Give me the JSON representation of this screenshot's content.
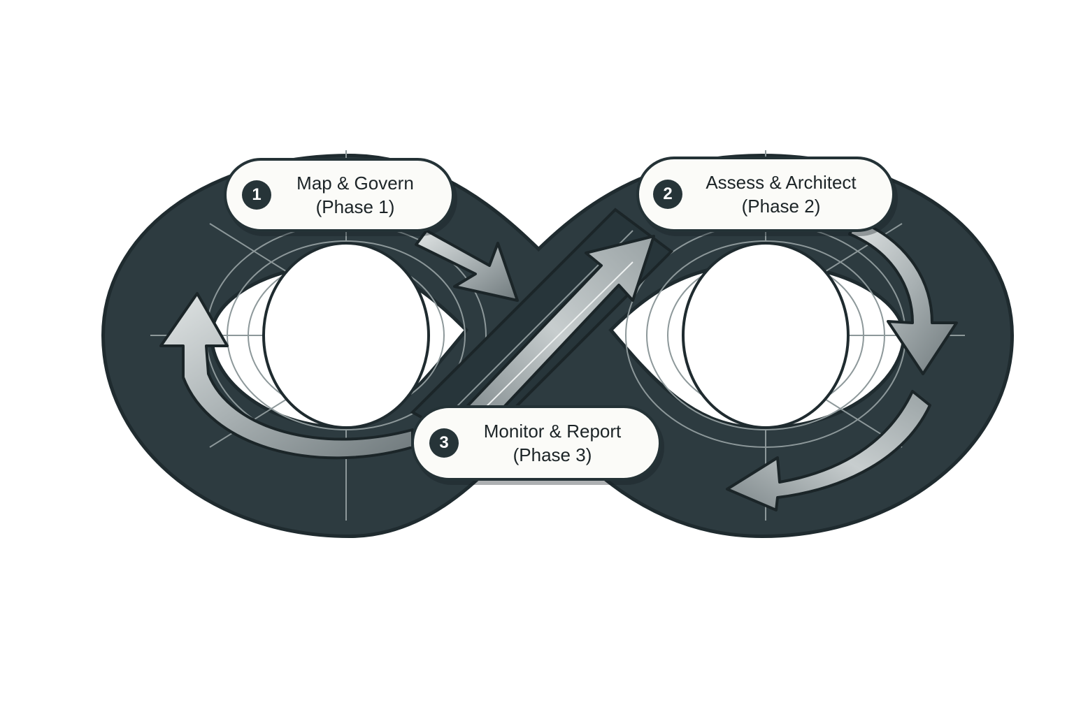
{
  "diagram": {
    "phases": [
      {
        "number": "1",
        "title": "Map & Govern",
        "subtitle": "(Phase 1)"
      },
      {
        "number": "2",
        "title": "Assess & Architect",
        "subtitle": "(Phase 2)"
      },
      {
        "number": "3",
        "title": "Monitor & Report",
        "subtitle": "(Phase 3)"
      }
    ],
    "colors": {
      "track_dark": "#263337",
      "track_line": "#8d989a",
      "arrow_light": "#cfd4d5",
      "arrow_mid": "#8e979a",
      "pill_fill": "#fbfbf8",
      "pill_border": "#243236"
    },
    "icons": [
      "arrow-right-down-icon",
      "arrow-up-right-icon",
      "arrow-down-icon",
      "arrow-left-icon",
      "arrow-up-icon"
    ]
  }
}
